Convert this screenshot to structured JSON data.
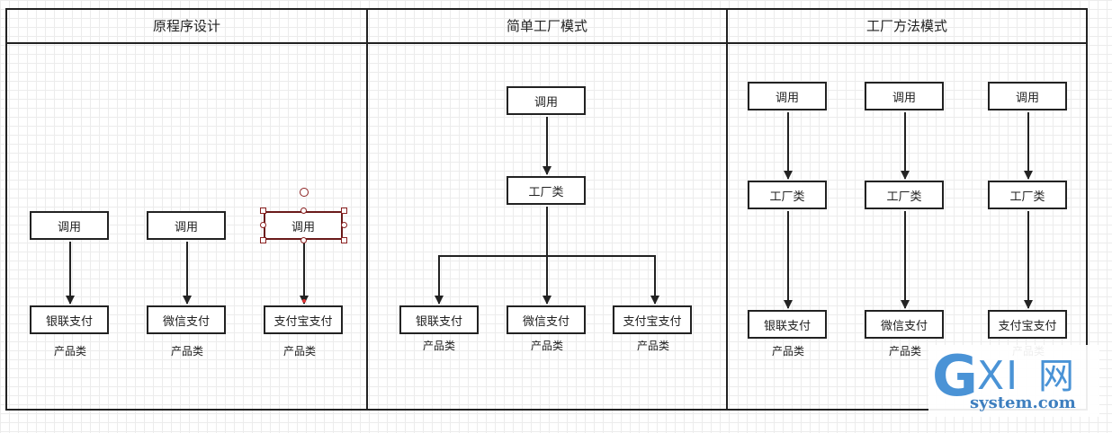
{
  "panels": [
    {
      "title": "原程序设计"
    },
    {
      "title": "简单工厂模式"
    },
    {
      "title": "工厂方法模式"
    }
  ],
  "labels": {
    "call": "调用",
    "factory": "工厂类",
    "unionpay": "银联支付",
    "wechat": "微信支付",
    "alipay": "支付宝支付",
    "product": "产品类"
  },
  "watermark": {
    "g": "G",
    "xi": "XI",
    "net": "网",
    "domain": "system.com"
  },
  "colors": {
    "stroke": "#222222",
    "selection": "#8a2020",
    "watermark": "#4a93d6"
  }
}
